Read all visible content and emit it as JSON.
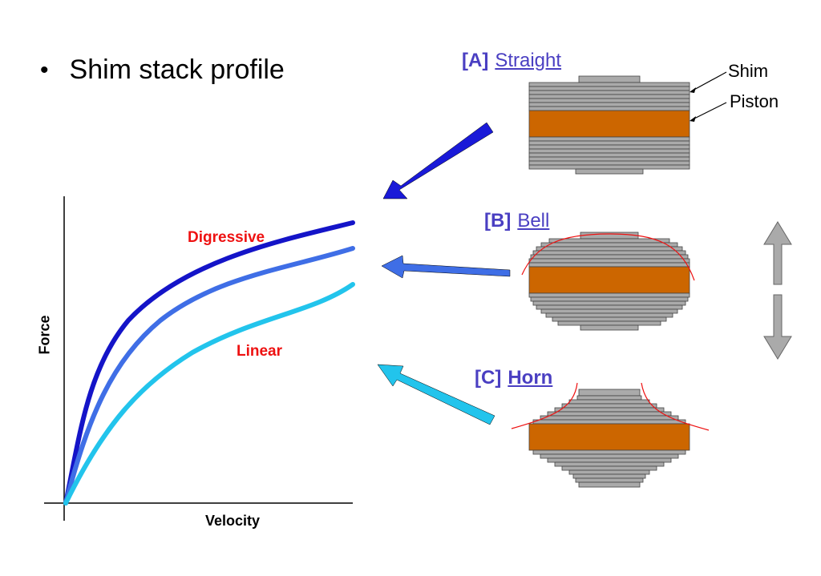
{
  "header": {
    "bullet": "•",
    "title": "Shim stack profile"
  },
  "stacks": [
    {
      "tag": "[A]",
      "name": "Straight"
    },
    {
      "tag": "[B]",
      "name": "Bell"
    },
    {
      "tag": "[C]",
      "name": "Horn"
    }
  ],
  "parts": {
    "shim": "Shim",
    "piston": "Piston"
  },
  "graph": {
    "x_label": "Velocity",
    "y_label": "Force",
    "label_top": "Digressive",
    "label_bottom": "Linear"
  },
  "colors": {
    "curve_digressive": "#1414c8",
    "curve_mid": "#3f6ee6",
    "curve_linear": "#22c4ec",
    "piston": "#cc6600",
    "shim_fill": "#aaaaaa",
    "shim_stroke": "#444444",
    "label_blue": "#4a3fc2",
    "label_red": "#ee1111",
    "arrow_grey": "#aaaaaa"
  }
}
